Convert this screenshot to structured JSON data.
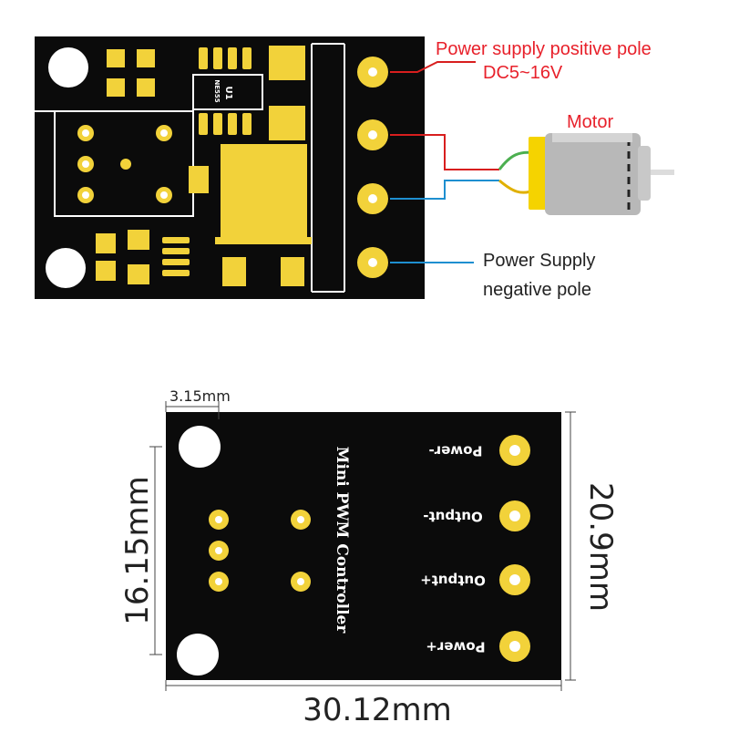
{
  "top_diagram": {
    "labels": {
      "positive_pole": "Power supply positive pole",
      "voltage_range": "DC5~16V",
      "motor": "Motor",
      "negative_pole_line1": "Power Supply",
      "negative_pole_line2": "negative pole"
    },
    "chip_marking": "U1",
    "chip_part": "NE555"
  },
  "bottom_diagram": {
    "board_title": "Mini PWM Controller",
    "pads": [
      {
        "label": "Power-"
      },
      {
        "label": "Output-"
      },
      {
        "label": "Output+"
      },
      {
        "label": "Power+"
      }
    ],
    "dimensions": {
      "hole_offset": "3.15mm",
      "hole_spacing": "16.15mm",
      "height": "20.9mm",
      "width": "30.12mm"
    }
  },
  "colors": {
    "pcb": "#0b0b0b",
    "copper_pad": "#f2d23a",
    "wire_red": "#d81e1e",
    "wire_blue": "#1e8fd0",
    "label_red": "#e8212b",
    "silkscreen": "#ffffff"
  }
}
